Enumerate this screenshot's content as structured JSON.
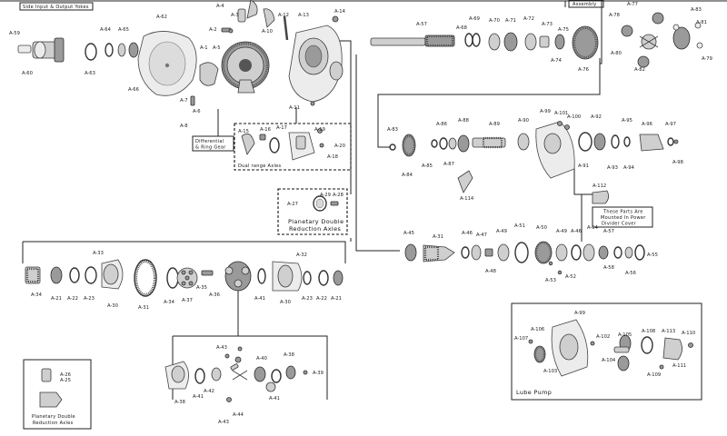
{
  "captions": {
    "side_input": "Side Input & Output Yokes",
    "assembly": "Assembly",
    "differential": [
      "Differential",
      "& Ring Gear"
    ],
    "dual_range": "Dual range Axles",
    "planetary_top": [
      "Planetary Double",
      "Reduction Axles"
    ],
    "power_divider": [
      "These Parts Are",
      "Mounted In Power",
      "Divider Cover"
    ],
    "lube_pump": "Lube Pump",
    "planetary_bottom": [
      "Planetary Double",
      "Reduction Axles"
    ]
  },
  "labels": {
    "a59": "A-59",
    "a60": "A-60",
    "a63": "A-63",
    "a64": "A-64",
    "a65": "A-65",
    "a62": "A-62",
    "a66": "A-66",
    "a1": "A-1",
    "a5": "A-5",
    "a2": "A-2",
    "a3": "A-3",
    "a4": "A-4",
    "a7": "A-7",
    "a6": "A-6",
    "a8": "A-8",
    "a12": "A-12",
    "a13": "A-13",
    "a14": "A-14",
    "a11": "A-11",
    "a10": "A-10",
    "a57": "A-57",
    "a68": "A-68",
    "a69": "A-69",
    "a70": "A-70",
    "a71": "A-71",
    "a72": "A-72",
    "a73": "A-73",
    "a75": "A-75",
    "a74": "A-74",
    "a76": "A-76",
    "a78": "A-78",
    "a77": "A-77",
    "a80": "A-80",
    "a81": "A-81",
    "a82": "A-82",
    "a83": "A-83",
    "a79": "A-79",
    "a15": "A-15",
    "a16": "A-16",
    "a17": "A-17",
    "a18": "A-18",
    "a19": "A-19",
    "a20": "A-20",
    "a27": "A-27",
    "a29": "A-29",
    "a28": "A-28",
    "a83b": "A-83",
    "a84": "A-84",
    "a85": "A-85",
    "a86": "A-86",
    "a87": "A-87",
    "a88": "A-88",
    "a89": "A-89",
    "a90": "A-90",
    "a99": "A-99",
    "a101": "A-101",
    "a100": "A-100",
    "a91": "A-91",
    "a92": "A-92",
    "a93": "A-93",
    "a94": "A-94",
    "a95": "A-95",
    "a96": "A-96",
    "a97": "A-97",
    "a98": "A-98",
    "a114": "A-114",
    "a112": "A-112",
    "a45": "A-45",
    "a31": "A-31",
    "a46": "A-46",
    "a47": "A-47",
    "a48": "A-48",
    "a49": "A-49",
    "a51": "A-51",
    "a50": "A-50",
    "a53": "A-53",
    "a52": "A-52",
    "a49b": "A-49",
    "a46b": "A-46",
    "a54": "A-54",
    "a57b": "A-57",
    "a55": "A-55",
    "a58": "A-58",
    "a56": "A-56",
    "a34": "A-34",
    "a21": "A-21",
    "a22": "A-22",
    "a23": "A-23",
    "a33": "A-33",
    "a30": "A-30",
    "a31b": "A-31",
    "a34b": "A-34",
    "a37": "A-37",
    "a35": "A-35",
    "a36": "A-36",
    "a32": "A-32",
    "a41": "A-41",
    "a30b": "A-30",
    "a23b": "A-23",
    "a22b": "A-22",
    "a21b": "A-21",
    "a38": "A-38",
    "a39": "A-39",
    "a40": "A-40",
    "a43": "A-43",
    "a42": "A-42",
    "a44": "A-44",
    "a41b": "A-41",
    "a41c": "A-41",
    "a38b": "A-38",
    "a26": "A-26",
    "a25": "A-25",
    "a99b": "A-99",
    "a106": "A-106",
    "a107": "A-107",
    "a102": "A-102",
    "a105": "A-105",
    "a108": "A-108",
    "a113": "A-113",
    "a110": "A-110",
    "a104": "A-104",
    "a103": "A-103",
    "a109": "A-109",
    "a111": "A-111"
  }
}
